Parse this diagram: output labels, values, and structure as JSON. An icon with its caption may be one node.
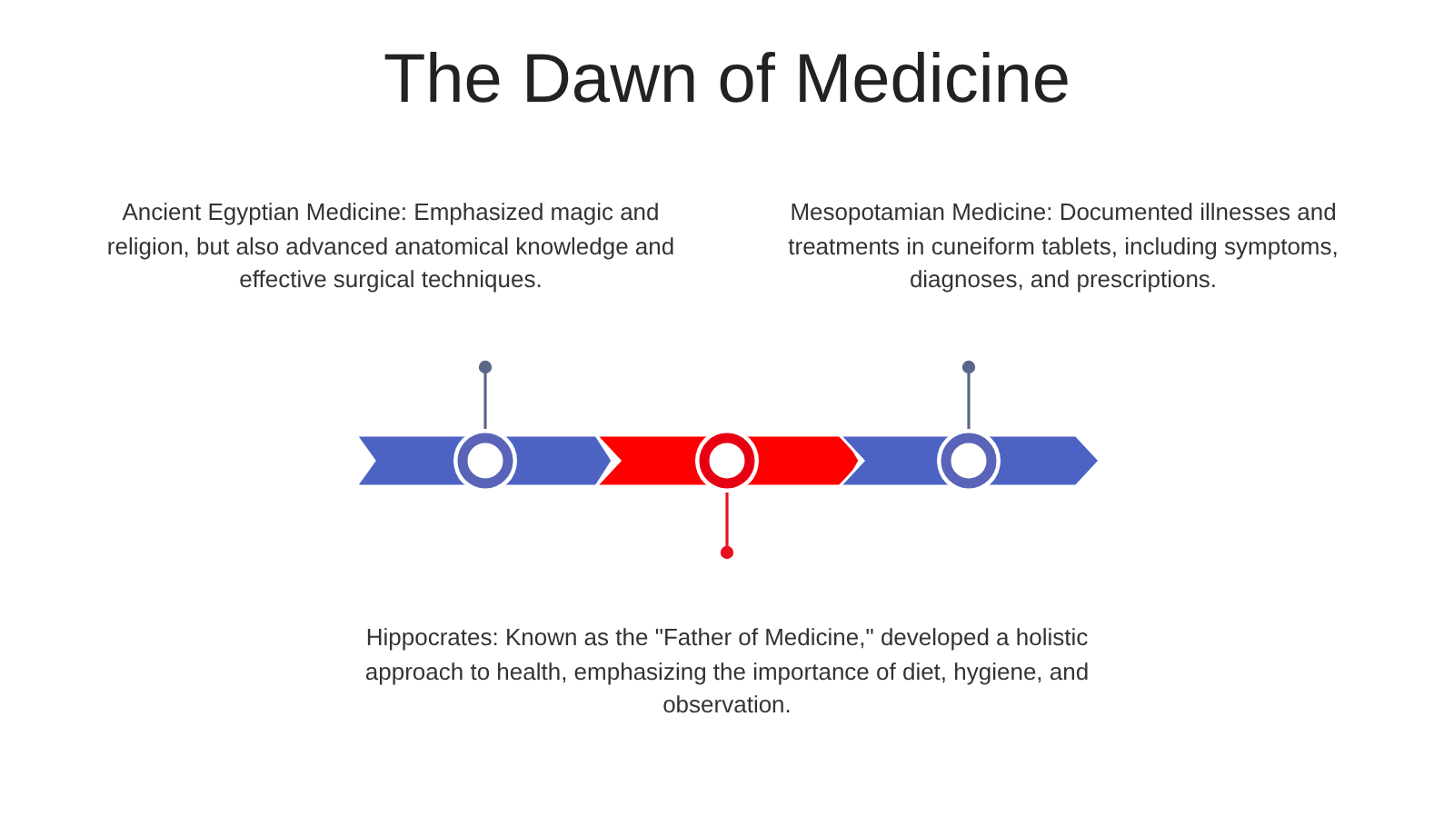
{
  "diagram": {
    "title": "The Dawn of Medicine",
    "labels": [
      "Ancient Egyptian Medicine: Emphasized magic and religion, but also advanced anatomical knowledge and effective surgical techniques.",
      "Mesopotamian Medicine: Documented illnesses and treatments in cuneiform tablets, including symptoms, diagnoses, and prescriptions.",
      "Hippocrates: Known as the \"Father of Medicine,\" developed a holistic approach to health, emphasizing the importance of diet, hygiene, and observation."
    ]
  }
}
